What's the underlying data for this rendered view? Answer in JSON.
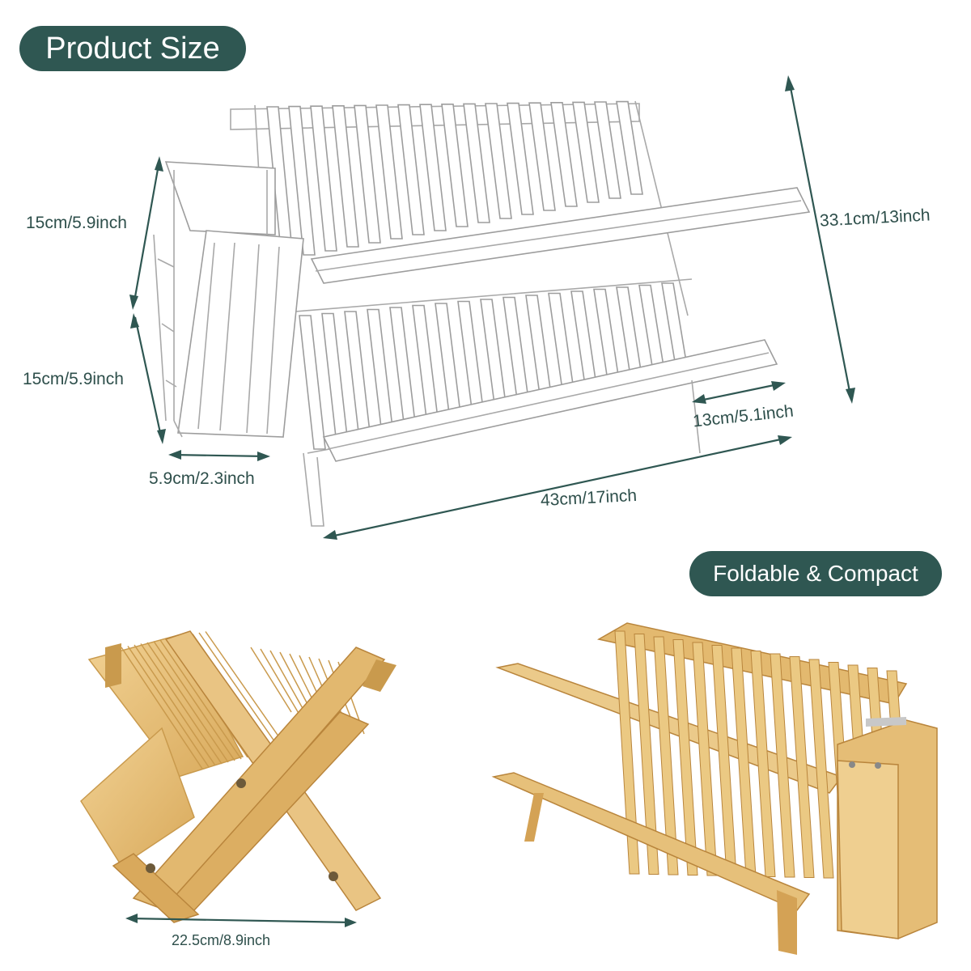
{
  "labels": {
    "product_size": "Product Size",
    "foldable": "Foldable & Compact"
  },
  "dimensions": {
    "holder_upper_height": "15cm/5.9inch",
    "holder_lower_height": "15cm/5.9inch",
    "holder_depth": "5.9cm/2.3inch",
    "rack_length": "43cm/17inch",
    "rack_height": "33.1cm/13inch",
    "rack_depth": "13cm/5.1inch",
    "folded_width": "22.5cm/8.9inch"
  },
  "colors": {
    "accent": "#2f5752",
    "bamboo": "#e6c07a",
    "bamboo_dark": "#c99a4d",
    "sketch": "#a9a9a9"
  },
  "icons": [
    "arrow-icon",
    "screw-icon"
  ]
}
